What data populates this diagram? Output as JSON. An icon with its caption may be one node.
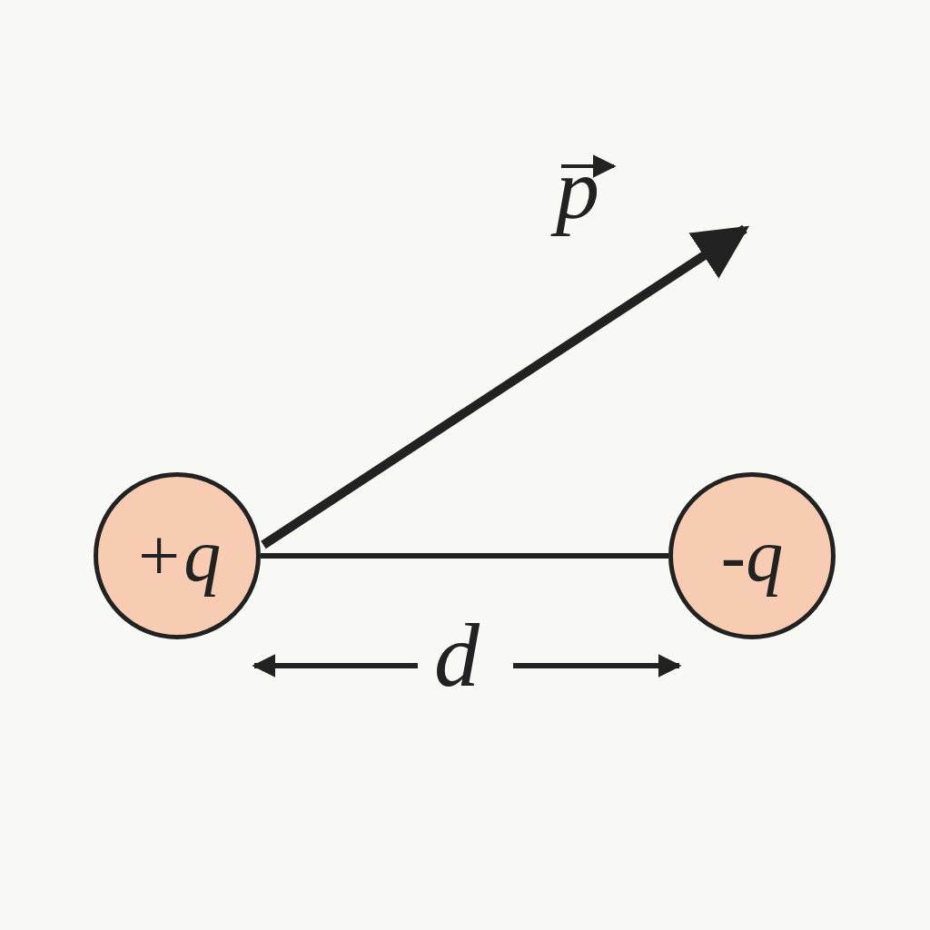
{
  "diagram": {
    "nodes": [
      {
        "text": [
          "+q"
        ]
      },
      {
        "text": [
          "-q"
        ]
      }
    ],
    "edges": [
      {
        "from": 0,
        "to": 1,
        "arrow": "none"
      }
    ],
    "labels": [
      "p",
      "d"
    ]
  }
}
